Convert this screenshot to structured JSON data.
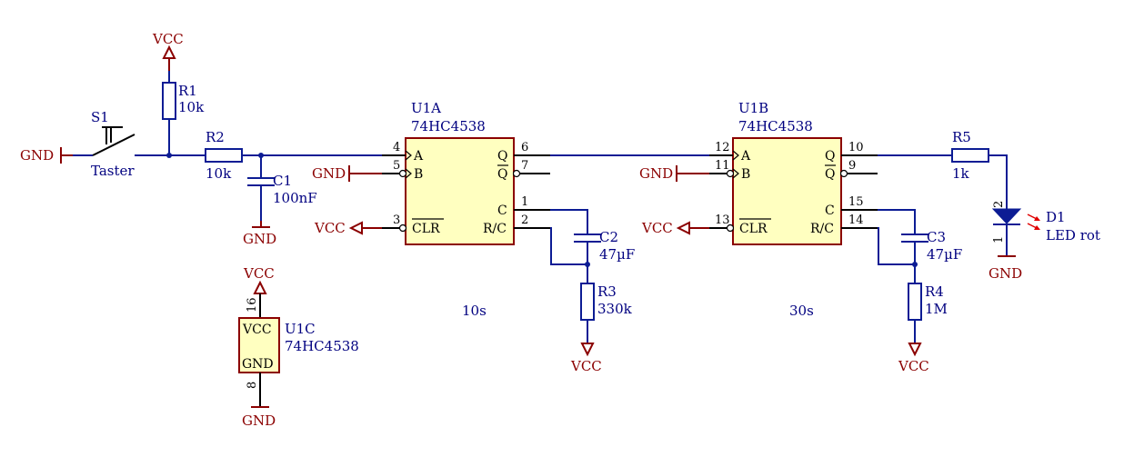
{
  "nets": {
    "vcc": "VCC",
    "gnd": "GND"
  },
  "switch": {
    "ref": "S1",
    "value": "Taster"
  },
  "resistors": {
    "r1": {
      "ref": "R1",
      "value": "10k"
    },
    "r2": {
      "ref": "R2",
      "value": "10k"
    },
    "r3": {
      "ref": "R3",
      "value": "330k"
    },
    "r4": {
      "ref": "R4",
      "value": "1M"
    },
    "r5": {
      "ref": "R5",
      "value": "1k"
    }
  },
  "capacitors": {
    "c1": {
      "ref": "C1",
      "value": "100nF"
    },
    "c2": {
      "ref": "C2",
      "value": "47µF"
    },
    "c3": {
      "ref": "C3",
      "value": "47µF"
    }
  },
  "led": {
    "ref": "D1",
    "value": "LED rot",
    "pin_anode": "2",
    "pin_cathode": "1"
  },
  "u1a": {
    "ref": "U1A",
    "part": "74HC4538",
    "pin_labels": {
      "a": "A",
      "b": "B",
      "clr": "CLR",
      "q": "Q",
      "qbar": "Q",
      "c": "C",
      "rc": "R/C"
    },
    "pins": {
      "a": "4",
      "b": "5",
      "clr": "3",
      "q": "6",
      "qbar": "7",
      "c": "1",
      "rc": "2"
    },
    "time": "10s"
  },
  "u1b": {
    "ref": "U1B",
    "part": "74HC4538",
    "pin_labels": {
      "a": "A",
      "b": "B",
      "clr": "CLR",
      "q": "Q",
      "qbar": "Q",
      "c": "C",
      "rc": "R/C"
    },
    "pins": {
      "a": "12",
      "b": "11",
      "clr": "13",
      "q": "10",
      "qbar": "9",
      "c": "15",
      "rc": "14"
    },
    "time": "30s"
  },
  "u1c": {
    "ref": "U1C",
    "part": "74HC4538",
    "pin_labels": {
      "vcc": "VCC",
      "gnd": "GND"
    },
    "pins": {
      "vcc": "16",
      "gnd": "8"
    }
  }
}
